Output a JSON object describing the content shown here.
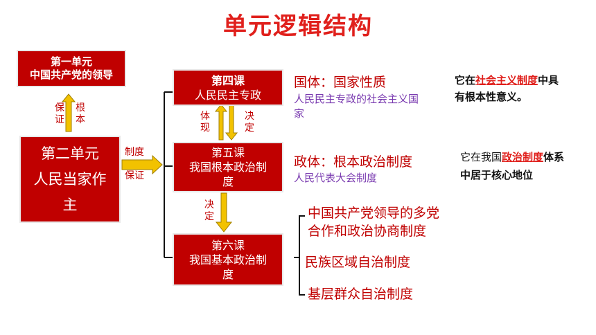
{
  "title": "单元逻辑结构",
  "units": {
    "unit1": {
      "line1": "第一单元",
      "line2": "中国共产党的领导"
    },
    "unit2": {
      "line1": "第二单元",
      "line2": "人民当家作",
      "line3": "主"
    }
  },
  "lessons": {
    "lesson4": {
      "line1": "第四课",
      "line2": "人民民主专政"
    },
    "lesson5": {
      "line1": "第五课",
      "line2": "我国根本政治制",
      "line3": "度"
    },
    "lesson6": {
      "line1": "第六课",
      "line2": "我国基本政治制",
      "line3": "度"
    }
  },
  "arrow_labels": {
    "baozheng_left": "保证",
    "genben": "根本",
    "zhidu": "制度",
    "baozheng_right": "保证",
    "tixian": "体现",
    "jueding_1": "决定",
    "jueding_2": "决定"
  },
  "right": {
    "guoti_title": "国体：国家性质",
    "guoti_desc_1": "人民民主专政的社会主义国",
    "guoti_desc_2": "家",
    "guoti_note_1": "它在",
    "guoti_note_link": "社会主义制度",
    "guoti_note_2": "中具",
    "guoti_note_3": "有根本性意义。",
    "zhengti_title": "政体：根本政治制度",
    "zhengti_desc": "人民代表大会制度",
    "zhengti_note_1": "它在我国",
    "zhengti_note_link": "政治制度",
    "zhengti_note_2": "体系",
    "zhengti_note_3": "中居于核心地位",
    "basic_1a": "中国共产党领导的多党",
    "basic_1b": "合作和政治协商制度",
    "basic_2": "民族区域自治制度",
    "basic_3": "基层群众自治制度"
  },
  "colors": {
    "box_red": "#c00000",
    "title_red": "#e0201c",
    "arrow_gold": "#f2c200",
    "purple_text": "#7a3bb0"
  }
}
